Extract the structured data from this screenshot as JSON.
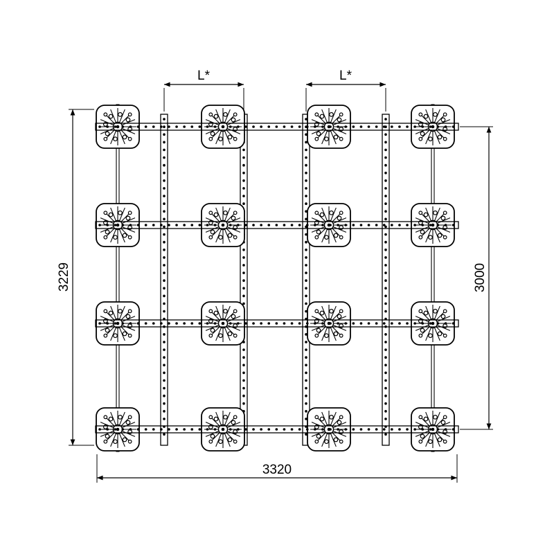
{
  "drawing": {
    "type": "technical-plan-view",
    "dimensions": {
      "left_height": "3229",
      "right_height": "3000",
      "bottom_width": "3320",
      "rail_spacing_left": "L*",
      "rail_spacing_right": "L*"
    },
    "colors": {
      "line": "#000000",
      "background": "#ffffff"
    },
    "grid": {
      "plate_rows": 4,
      "plate_columns": 4
    }
  }
}
